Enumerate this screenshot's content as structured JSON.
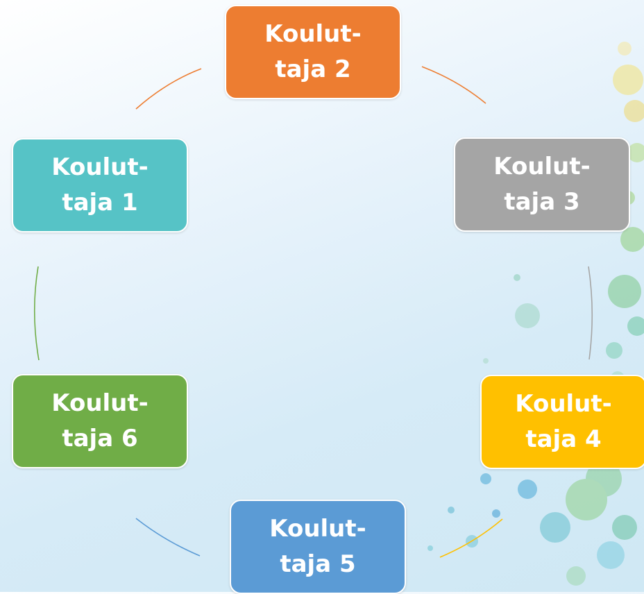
{
  "diagram": {
    "type": "cycle",
    "nodes": [
      {
        "id": "node-1",
        "label_line1": "Koulut-",
        "label_line2": "taja 1",
        "color": "#56c3c6"
      },
      {
        "id": "node-2",
        "label_line1": "Koulut-",
        "label_line2": "taja 2",
        "color": "#ed7d31"
      },
      {
        "id": "node-3",
        "label_line1": "Koulut-",
        "label_line2": "taja 3",
        "color": "#a5a5a5"
      },
      {
        "id": "node-4",
        "label_line1": "Koulut-",
        "label_line2": "taja 4",
        "color": "#ffc000"
      },
      {
        "id": "node-5",
        "label_line1": "Koulut-",
        "label_line2": "taja 5",
        "color": "#5b9bd5"
      },
      {
        "id": "node-6",
        "label_line1": "Koulut-",
        "label_line2": "taja 6",
        "color": "#70ad47"
      }
    ],
    "connectors": [
      {
        "from": "node-1",
        "to": "node-2",
        "color": "#ed7d31"
      },
      {
        "from": "node-2",
        "to": "node-3",
        "color": "#ed7d31"
      },
      {
        "from": "node-3",
        "to": "node-4",
        "color": "#a5a5a5"
      },
      {
        "from": "node-4",
        "to": "node-5",
        "color": "#ffc000"
      },
      {
        "from": "node-5",
        "to": "node-6",
        "color": "#5b9bd5"
      },
      {
        "from": "node-6",
        "to": "node-1",
        "color": "#70ad47"
      }
    ]
  }
}
